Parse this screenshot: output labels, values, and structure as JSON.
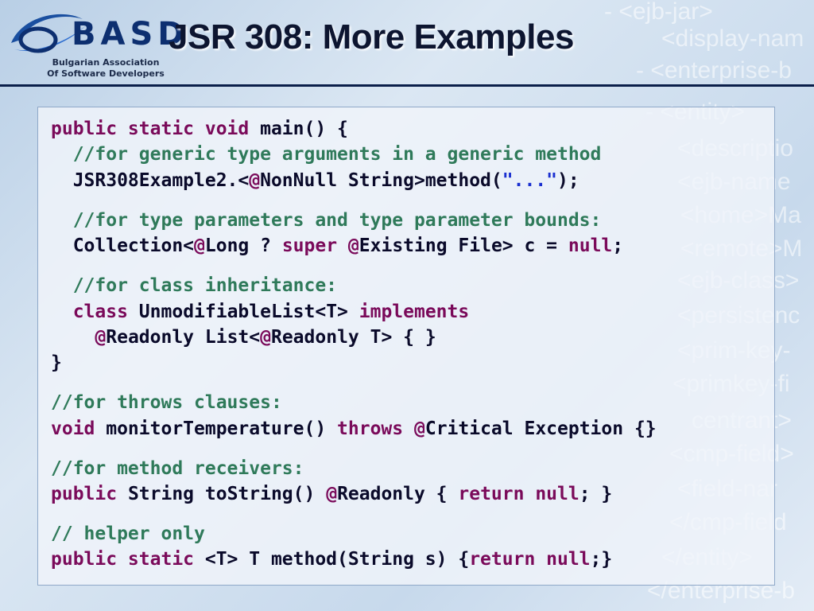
{
  "title": "JSR 308: More Examples",
  "logo": {
    "wordmark": "BASD",
    "subtitle_line1": "Bulgarian Association",
    "subtitle_line2": "Of Software Developers"
  },
  "background_text": [
    "- <ejb-jar>",
    "<display-nam",
    "- <enterprise-b",
    "- <entity>",
    "<descriptio",
    "<ejb-name",
    "<home>Ma",
    "<remote>M",
    "<ejb-class>",
    "<persistenc",
    "<prim-key-",
    "<primkey-fi",
    "centrant>",
    "<cmp-field>",
    "<field-nar",
    "</cmp-field",
    "</entity>",
    "</enterprise-b"
  ],
  "colors": {
    "keyword": "#7a0a5a",
    "comment": "#2f7a5a",
    "string": "#1a2fd0",
    "text": "#0a0a2a",
    "title": "#0d1530"
  },
  "code_lines": [
    [
      {
        "t": "public static void",
        "c": "kw"
      },
      {
        "t": " main() {",
        "c": ""
      }
    ],
    [
      {
        "t": "  //for generic type arguments in a generic method",
        "c": "cm"
      }
    ],
    [
      {
        "t": "  JSR308Example2.<",
        "c": ""
      },
      {
        "t": "@",
        "c": "at"
      },
      {
        "t": "NonNull String>method(",
        "c": ""
      },
      {
        "t": "\"...\"",
        "c": "str"
      },
      {
        "t": ");",
        "c": ""
      }
    ],
    "gap",
    [
      {
        "t": "  //for type parameters and type parameter bounds:",
        "c": "cm"
      }
    ],
    [
      {
        "t": "  Collection<",
        "c": ""
      },
      {
        "t": "@",
        "c": "at"
      },
      {
        "t": "Long ? ",
        "c": ""
      },
      {
        "t": "super",
        "c": "kw"
      },
      {
        "t": " ",
        "c": ""
      },
      {
        "t": "@",
        "c": "at"
      },
      {
        "t": "Existing File> c = ",
        "c": ""
      },
      {
        "t": "null",
        "c": "kw"
      },
      {
        "t": ";",
        "c": ""
      }
    ],
    "gap",
    [
      {
        "t": "  //for class inheritance:",
        "c": "cm"
      }
    ],
    [
      {
        "t": "  ",
        "c": ""
      },
      {
        "t": "class",
        "c": "kw"
      },
      {
        "t": " UnmodifiableList<T> ",
        "c": ""
      },
      {
        "t": "implements",
        "c": "kw"
      }
    ],
    [
      {
        "t": "    ",
        "c": ""
      },
      {
        "t": "@",
        "c": "at"
      },
      {
        "t": "Readonly List<",
        "c": ""
      },
      {
        "t": "@",
        "c": "at"
      },
      {
        "t": "Readonly T> { }",
        "c": ""
      }
    ],
    [
      {
        "t": "}",
        "c": ""
      }
    ],
    "gap",
    [
      {
        "t": "//for throws clauses:",
        "c": "cm"
      }
    ],
    [
      {
        "t": "void",
        "c": "kw"
      },
      {
        "t": " monitorTemperature() ",
        "c": ""
      },
      {
        "t": "throws",
        "c": "kw"
      },
      {
        "t": " ",
        "c": ""
      },
      {
        "t": "@",
        "c": "at"
      },
      {
        "t": "Critical Exception {}",
        "c": ""
      }
    ],
    "gap",
    [
      {
        "t": "//for method receivers:",
        "c": "cm"
      }
    ],
    [
      {
        "t": "public",
        "c": "kw"
      },
      {
        "t": " String toString() ",
        "c": ""
      },
      {
        "t": "@",
        "c": "at"
      },
      {
        "t": "Readonly { ",
        "c": ""
      },
      {
        "t": "return null",
        "c": "kw"
      },
      {
        "t": "; }",
        "c": ""
      }
    ],
    "gap",
    [
      {
        "t": "// helper only",
        "c": "cm"
      }
    ],
    [
      {
        "t": "public static",
        "c": "kw"
      },
      {
        "t": " <T> T method(String s) {",
        "c": ""
      },
      {
        "t": "return null",
        "c": "kw"
      },
      {
        "t": ";}",
        "c": ""
      }
    ]
  ]
}
